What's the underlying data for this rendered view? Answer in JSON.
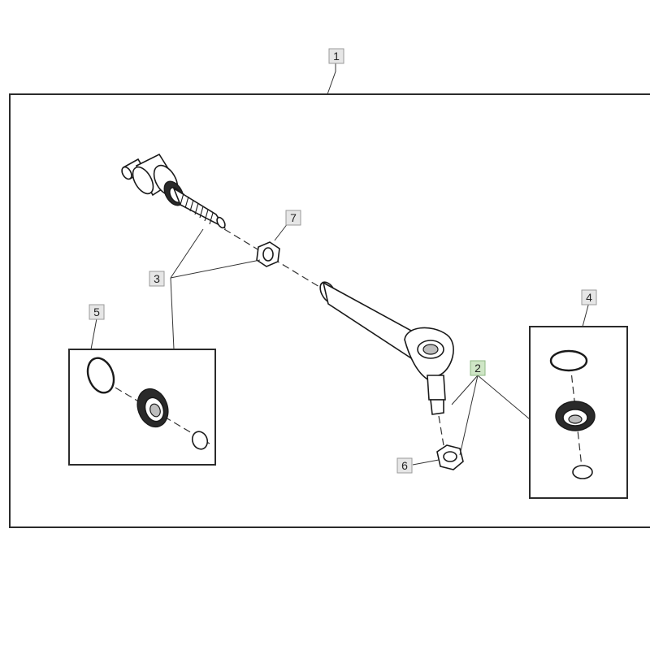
{
  "callouts": [
    {
      "id": "1",
      "label": "1",
      "highlight": false
    },
    {
      "id": "2",
      "label": "2",
      "highlight": true
    },
    {
      "id": "3",
      "label": "3",
      "highlight": false
    },
    {
      "id": "4",
      "label": "4",
      "highlight": false
    },
    {
      "id": "5",
      "label": "5",
      "highlight": false
    },
    {
      "id": "6",
      "label": "6",
      "highlight": false
    },
    {
      "id": "7",
      "label": "7",
      "highlight": false
    }
  ],
  "colors": {
    "line": "#1a1a1a",
    "callout_fill": "#e6e6e6",
    "callout_highlight_fill": "#cfe6c6"
  }
}
